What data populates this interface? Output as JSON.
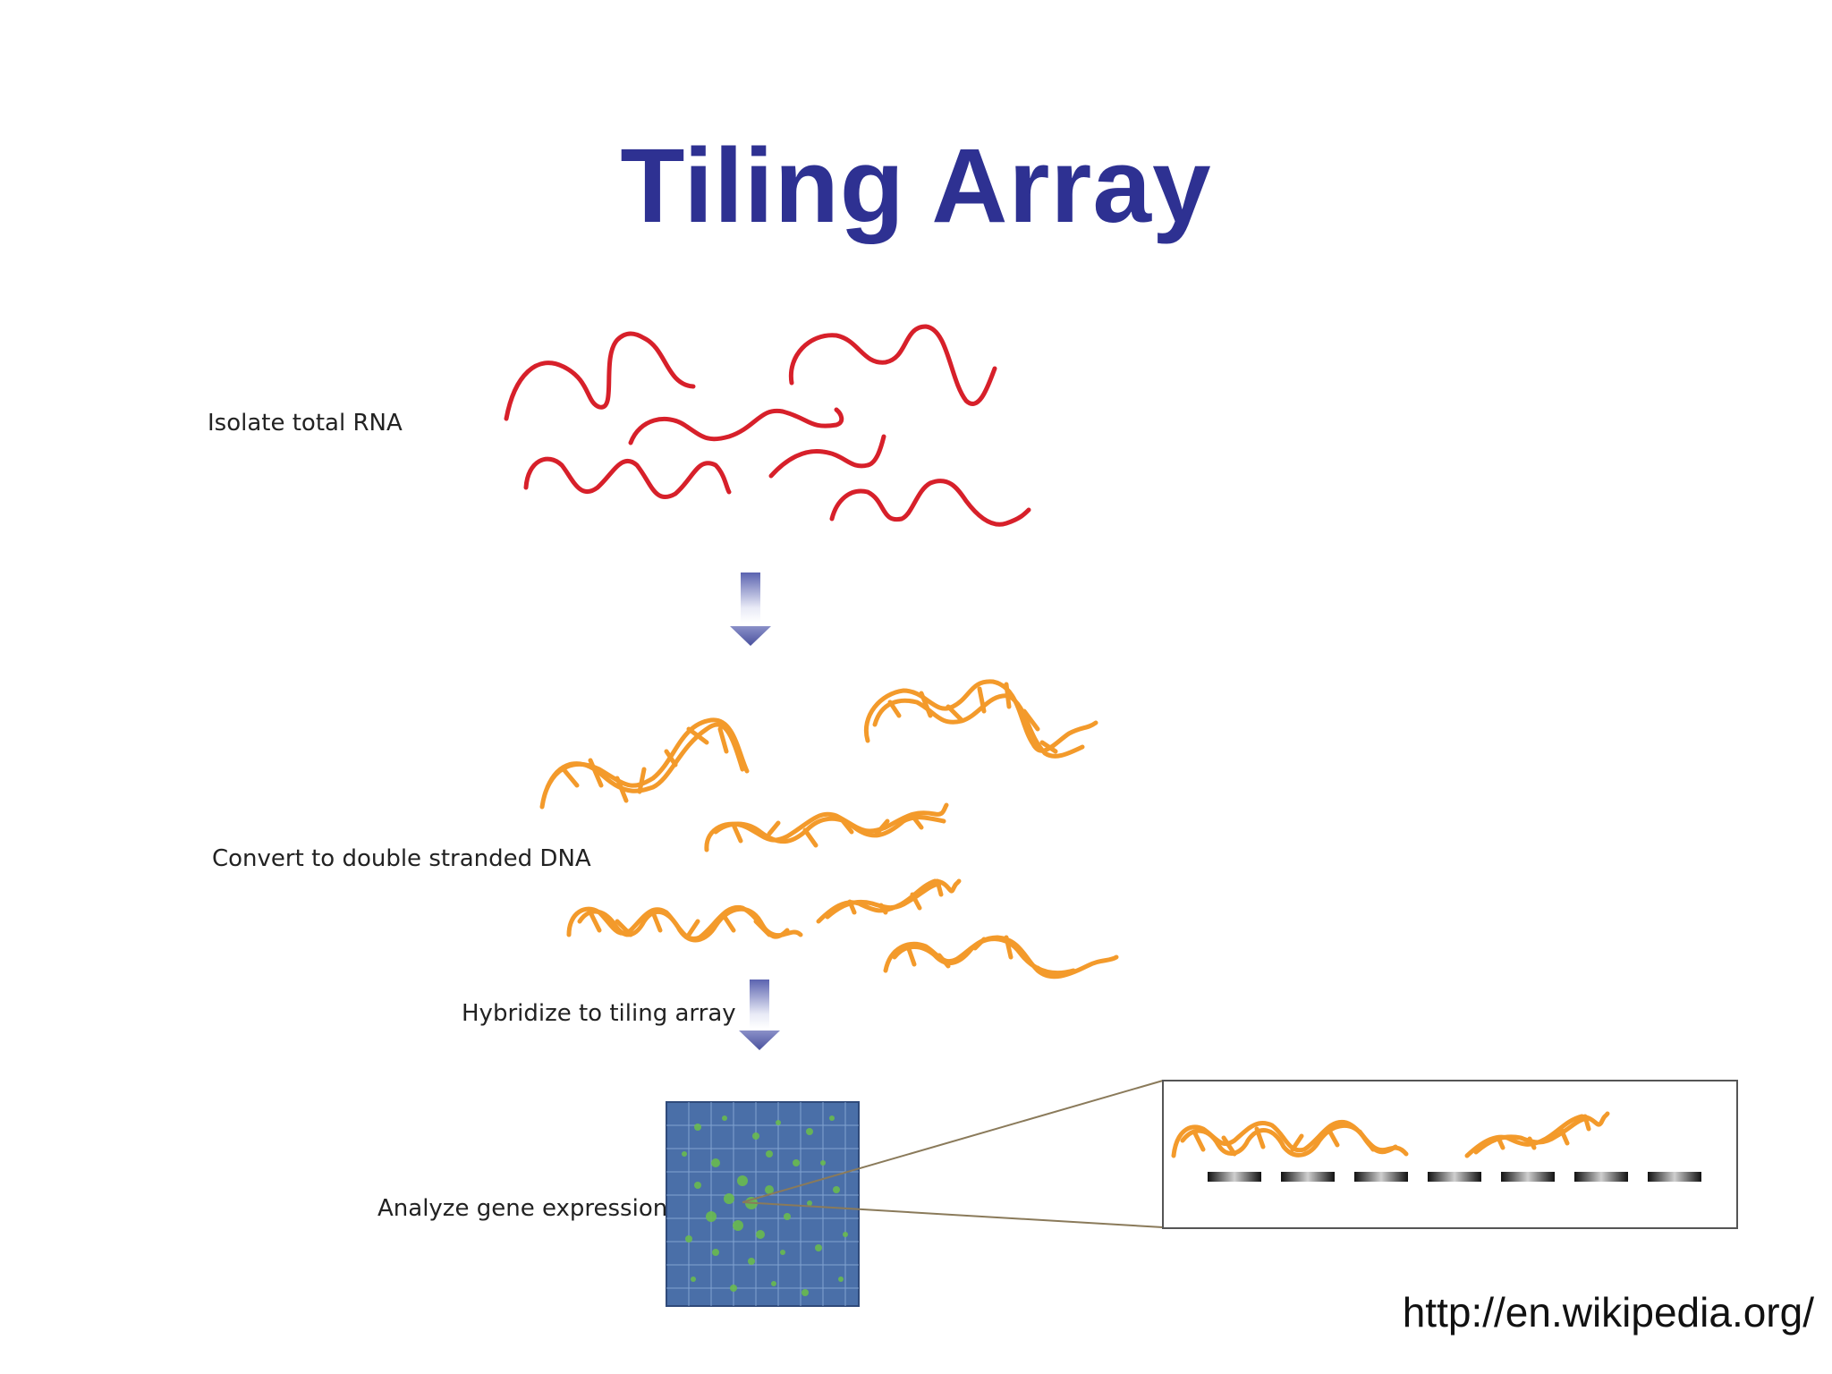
{
  "title": "Tiling Array",
  "steps": [
    {
      "label": "Isolate total RNA"
    },
    {
      "label": "Convert to double stranded DNA"
    },
    {
      "label": "Hybridize to tiling array"
    },
    {
      "label": "Analyze gene expression"
    }
  ],
  "source": "http://en.wikipedia.org/",
  "colors": {
    "title": "#2e3192",
    "rna": "#d7202a",
    "dna": "#f39a2b",
    "arrow": "#5b63b0",
    "microarray": "#4a6fa8",
    "spot": "#6cbf4a"
  },
  "icons": [
    "down-arrow-icon",
    "microarray-chip-icon",
    "zoom-lines-icon",
    "probe-tiles-icon"
  ]
}
